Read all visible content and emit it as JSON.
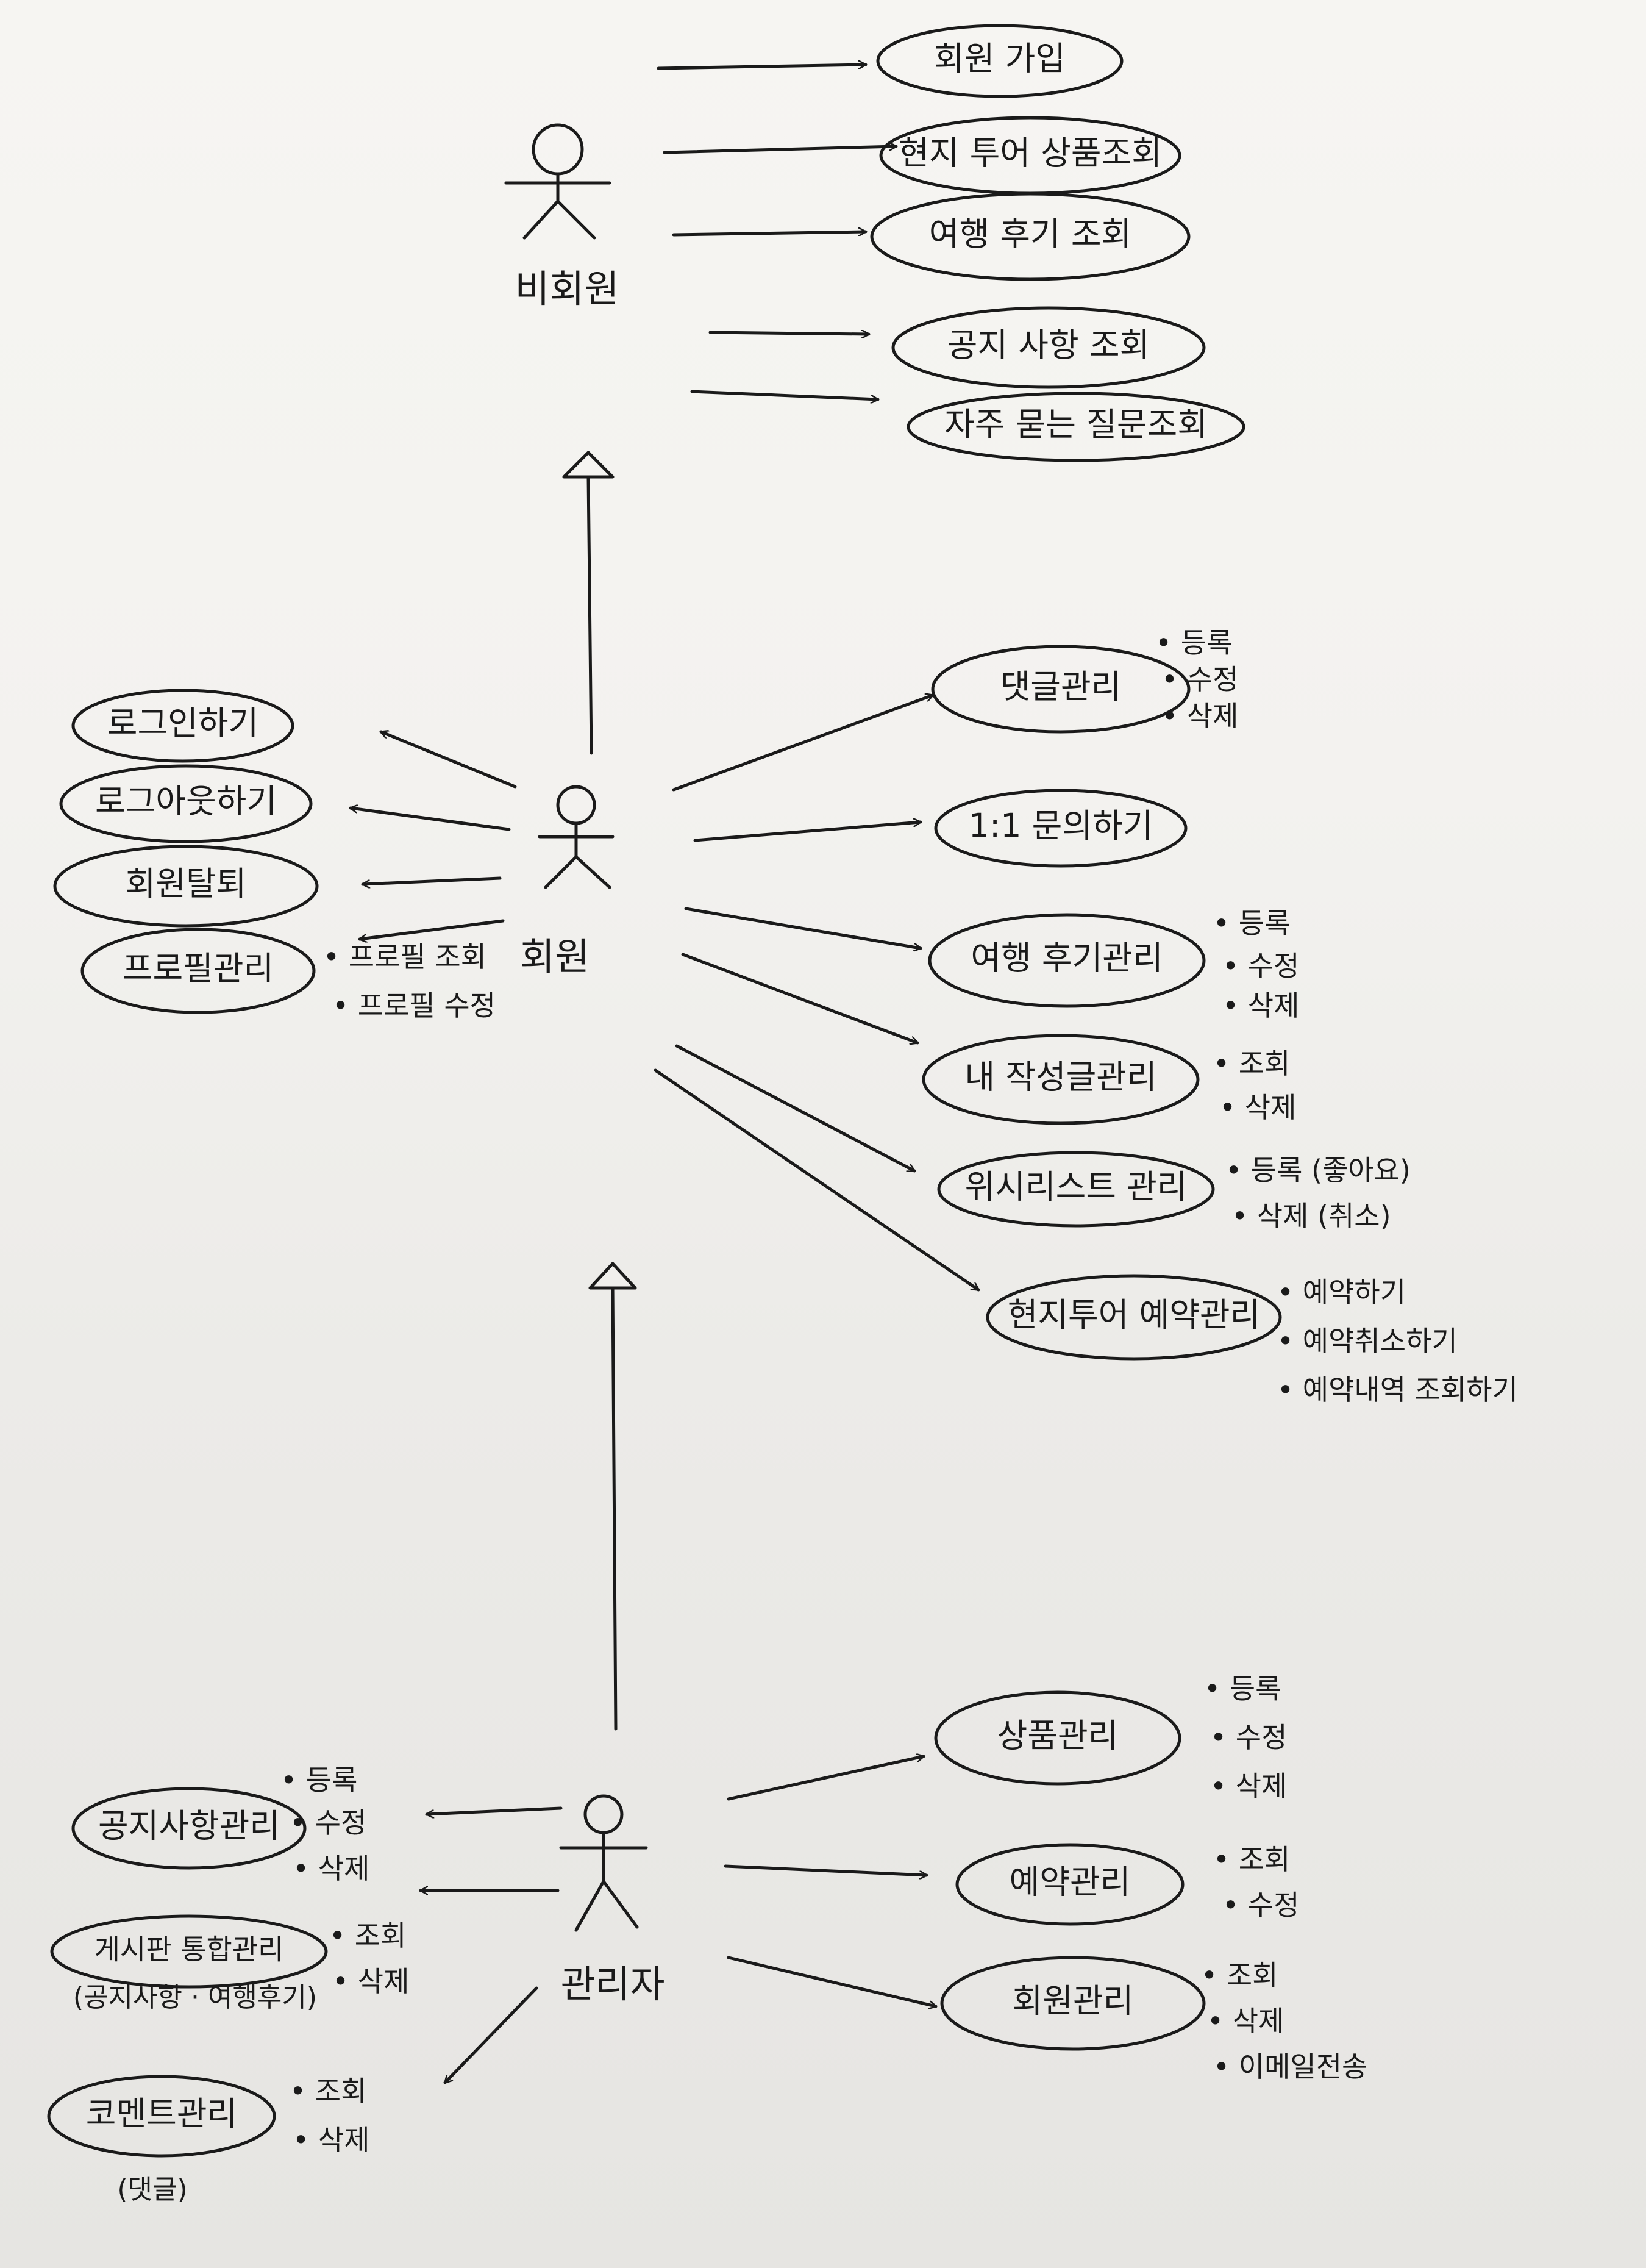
{
  "actors": {
    "nonmember": "비회원",
    "member": "회원",
    "admin": "관리자"
  },
  "nonmember": {
    "signup": "회원 가입",
    "tour_view": "현지 투어 상품조회",
    "review_view": "여행 후기 조회",
    "notice_view": "공지 사항 조회",
    "faq_view": "자주 묻는 질문조회"
  },
  "member": {
    "login": "로그인하기",
    "logout": "로그아웃하기",
    "withdraw": "회원탈퇴",
    "profile": "프로필관리",
    "profile_notes": [
      "• 프로필 조회",
      "• 프로필 수정"
    ],
    "comment": "댓글관리",
    "comment_notes": [
      "• 등록",
      "• 수정",
      "• 삭제"
    ],
    "inquiry": "1:1 문의하기",
    "review": "여행 후기관리",
    "review_notes": [
      "• 등록",
      "• 수정",
      "• 삭제"
    ],
    "mypost": "내 작성글관리",
    "mypost_notes": [
      "• 조회",
      "• 삭제"
    ],
    "wishlist": "위시리스트 관리",
    "wishlist_notes": [
      "• 등록 (좋아요)",
      "• 삭제 (취소)"
    ],
    "booking": "현지투어 예약관리",
    "booking_notes": [
      "• 예약하기",
      "• 예약취소하기",
      "• 예약내역 조회하기"
    ]
  },
  "admin": {
    "product": "상품관리",
    "product_notes": [
      "• 등록",
      "• 수정",
      "• 삭제"
    ],
    "reservation": "예약관리",
    "reservation_notes": [
      "• 조회",
      "• 수정"
    ],
    "members": "회원관리",
    "members_notes": [
      "• 조회",
      "• 삭제",
      "• 이메일전송"
    ],
    "notice": "공지사항관리",
    "notice_notes": [
      "• 등록",
      "• 수정",
      "• 삭제"
    ],
    "board": "게시판 통합관리",
    "board_sub": "(공지사항 · 여행후기)",
    "board_notes": [
      "• 조회",
      "• 삭제"
    ],
    "comment": "코멘트관리",
    "comment_sub": "(댓글)",
    "comment_notes": [
      "• 조회",
      "• 삭제"
    ]
  }
}
